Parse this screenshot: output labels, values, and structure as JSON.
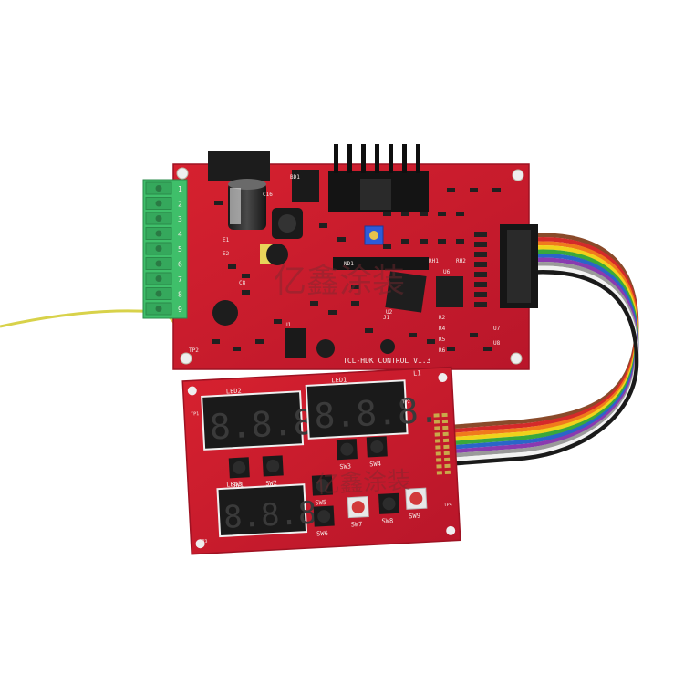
{
  "main_board": {
    "silkscreen_title": "TCL-HDK CONTROL V1.3",
    "labels": [
      "BD1",
      "C16",
      "ND1",
      "U6",
      "U1",
      "U2",
      "J1",
      "TP2",
      "R2",
      "R4",
      "R5",
      "R6",
      "U7",
      "U8",
      "RH1",
      "RH2",
      "C8",
      "E1",
      "E2"
    ],
    "terminal_numbers": [
      "1",
      "2",
      "3",
      "4",
      "5",
      "6",
      "7",
      "8",
      "9"
    ],
    "board_color": "#cf1d2c"
  },
  "display_board": {
    "display_labels": [
      "LED2",
      "LED1",
      "LED3",
      "L1"
    ],
    "digit_text": [
      "8.8.8.",
      "8.8.8.",
      "8.8.8."
    ],
    "switch_labels": [
      "SW1",
      "SW2",
      "SW3",
      "SW4",
      "SW5",
      "SW6",
      "SW7",
      "SW8",
      "SW9"
    ],
    "test_points": [
      "TP1",
      "TP2",
      "TP3",
      "TP4"
    ],
    "board_color": "#cf1d2c"
  },
  "watermark": {
    "main_board_text": "亿鑫涂装",
    "display_board_text": "亿鑫涂装"
  },
  "ribbon_colors": [
    "#8a4a2a",
    "#d42a2a",
    "#f07a1c",
    "#f0d21c",
    "#3aa83a",
    "#2a66c8",
    "#8a3ab0",
    "#9a9a9a",
    "#f2f2f2",
    "#1a1a1a"
  ],
  "terminal_block_color": "#3fbf6a",
  "wire_color": "#d8d24a"
}
